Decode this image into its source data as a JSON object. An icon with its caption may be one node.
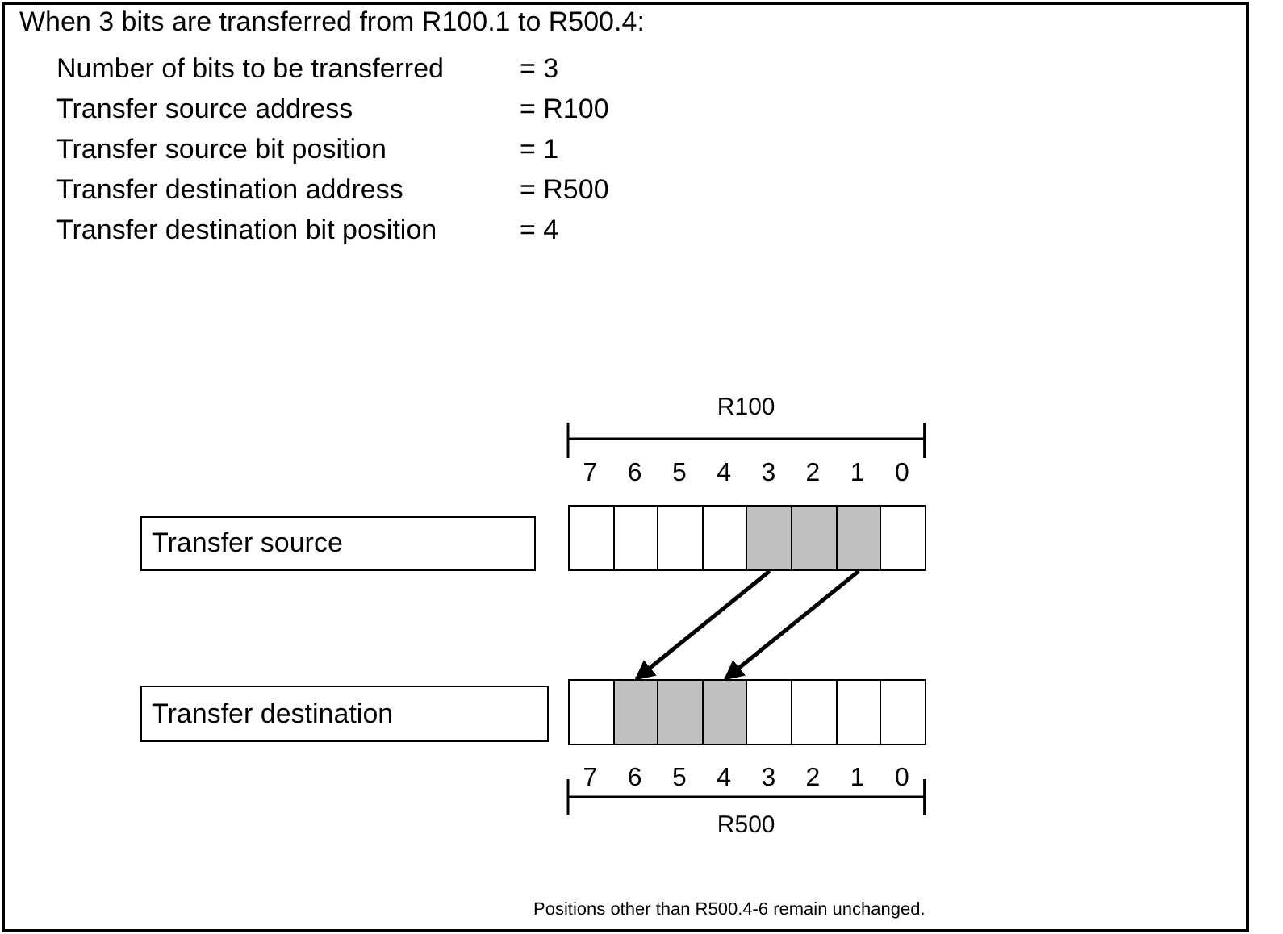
{
  "diagram": {
    "title": "When 3 bits are transferred from R100.1 to R500.4:",
    "caption": "Positions other than R500.4-6 remain unchanged.",
    "nodes": [
      {
        "text": [
          "Transfer source"
        ]
      },
      {
        "text": [],
        "shape": "box"
      },
      {
        "text": [],
        "shape": "box"
      },
      {
        "text": [],
        "shape": "box"
      },
      {
        "text": [],
        "shape": "box"
      },
      {
        "text": [],
        "shape": "box"
      },
      {
        "text": [],
        "shape": "box"
      },
      {
        "text": [],
        "shape": "box"
      },
      {
        "text": [],
        "shape": "box"
      },
      {
        "text": [
          "Transfer destination"
        ]
      },
      {
        "text": [],
        "shape": "box"
      },
      {
        "text": [],
        "shape": "box"
      },
      {
        "text": [],
        "shape": "box"
      },
      {
        "text": [],
        "shape": "box"
      },
      {
        "text": [],
        "shape": "box"
      },
      {
        "text": [],
        "shape": "box"
      },
      {
        "text": [],
        "shape": "box"
      },
      {
        "text": [],
        "shape": "box"
      }
    ],
    "edges": [
      {
        "from": 5,
        "to": 11,
        "arrow": "to"
      },
      {
        "from": 7,
        "to": 13,
        "arrow": "to"
      }
    ],
    "labels": [
      "Number of bits to be transferred",
      "= 3",
      "Transfer source address",
      "= R100",
      "Transfer source bit position",
      "= 1",
      "Transfer destination address",
      "= R500",
      "Transfer destination bit position",
      "= 4",
      "R100",
      "7",
      "6",
      "5",
      "4",
      "3",
      "2",
      "1",
      "0",
      "7",
      "6",
      "5",
      "4",
      "3",
      "2",
      "1",
      "0",
      "R500"
    ]
  }
}
